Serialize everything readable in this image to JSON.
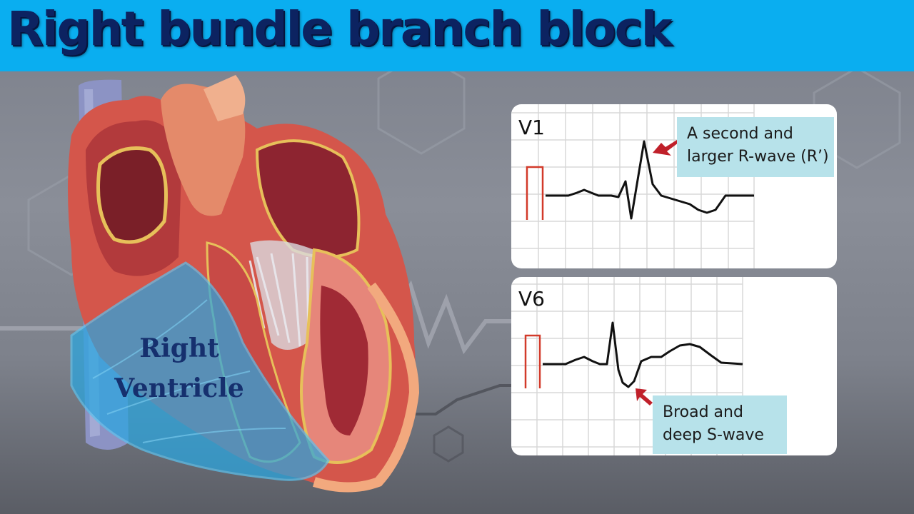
{
  "title": "Right bundle branch block",
  "heart": {
    "label_line1": "Right",
    "label_line2": "Ventricle"
  },
  "leads": [
    {
      "name": "V1",
      "annotation_line1": "A second and",
      "annotation_line2": "larger R-wave (R’)"
    },
    {
      "name": "V6",
      "annotation_line1": "Broad and",
      "annotation_line2": "deep S-wave"
    }
  ],
  "colors": {
    "title_bar": "#0aaef0",
    "title_text": "#0c2361",
    "callout_bg": "#b7e2ea",
    "arrow": "#c0202a",
    "calibration": "#d23a2a",
    "right_ventricle_overlay": "#2aa6e0"
  }
}
